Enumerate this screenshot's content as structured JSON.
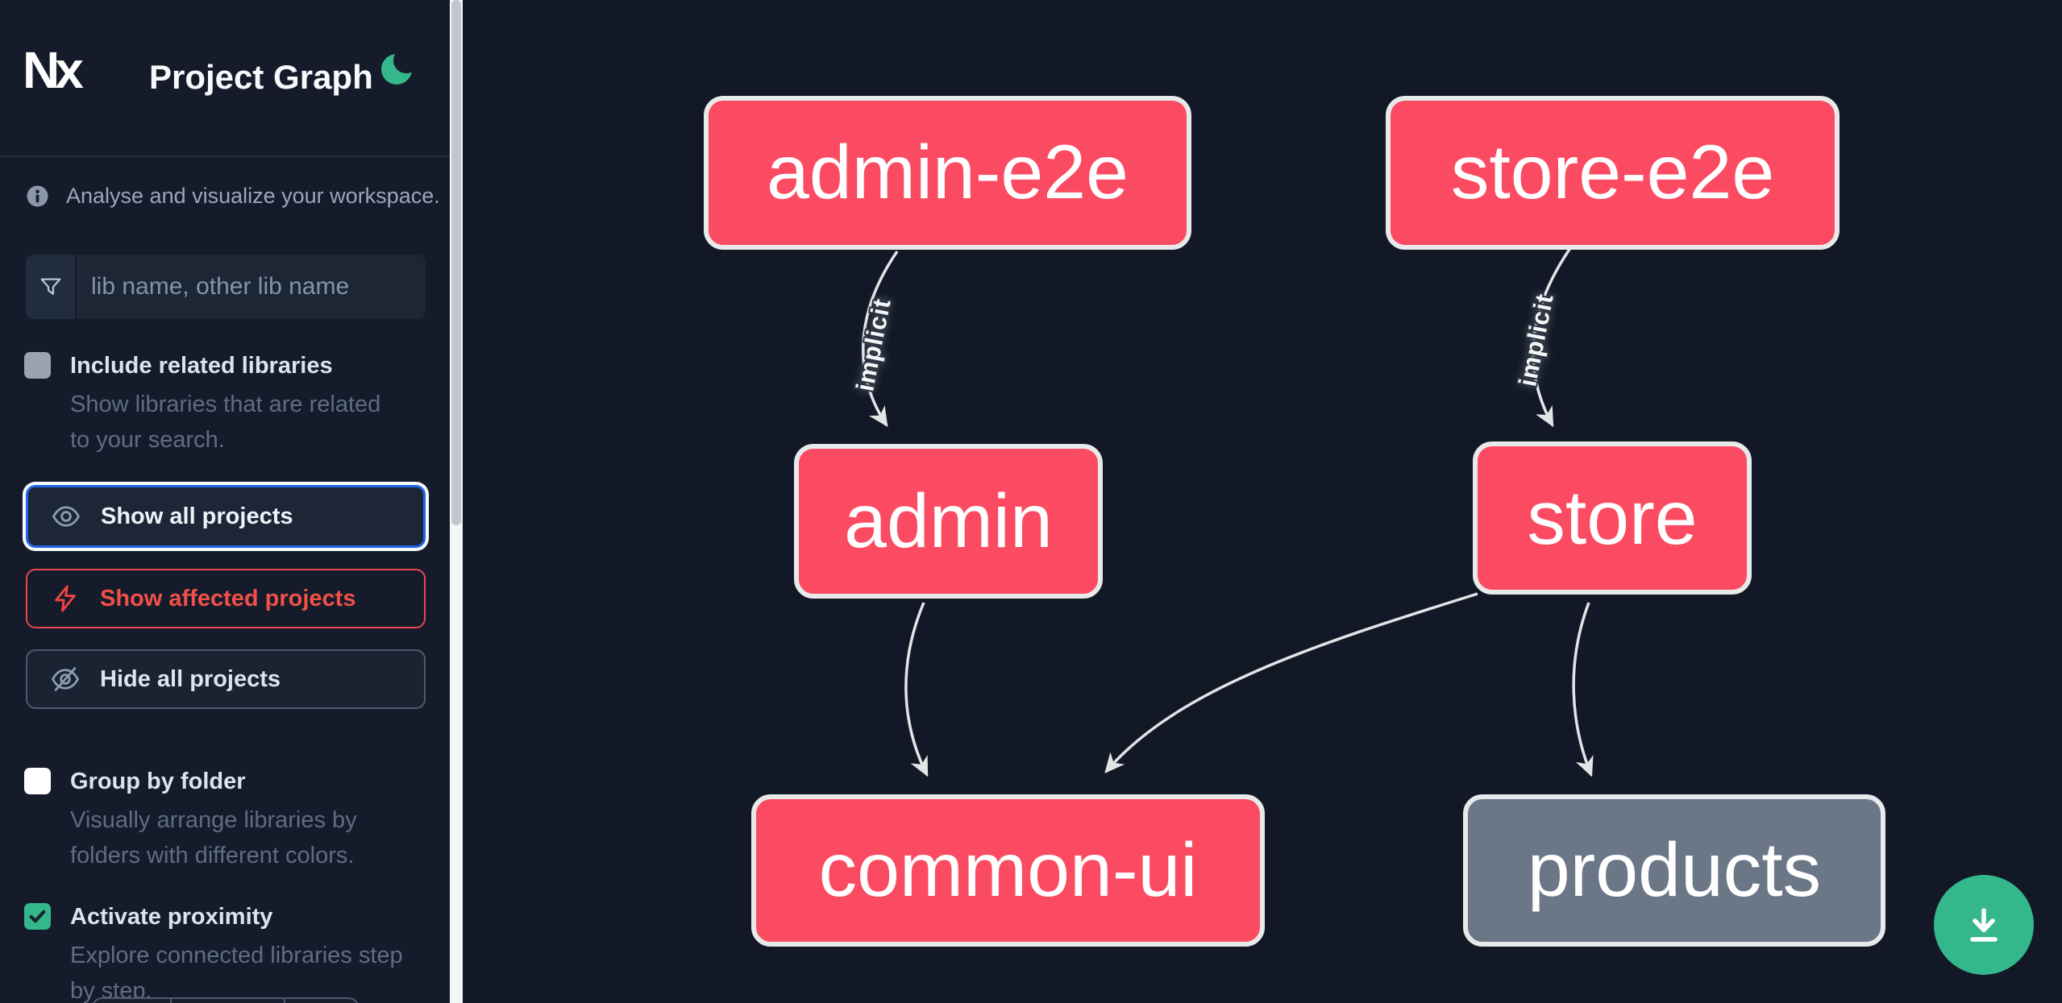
{
  "colors": {
    "canvas_bg": "#121826",
    "sidebar_bg": "#151b2a",
    "node_affected": "#fb4b63",
    "node_default": "#6b7687",
    "node_border": "#e8e9ea",
    "edge": "#e3e4e6",
    "accent_green": "#34b78a",
    "focus_blue": "#2563eb",
    "danger_red": "#e5484d"
  },
  "header": {
    "logo": "Nx",
    "title": "Project Graph"
  },
  "sidebar": {
    "info_text": "Analyse and visualize your workspace.",
    "search": {
      "placeholder": "lib name, other lib name",
      "value": ""
    },
    "options": [
      {
        "label": "Include related libraries",
        "description": "Show libraries that are related to your search.",
        "checked": false
      },
      {
        "label": "Group by folder",
        "description": "Visually arrange libraries by folders with different colors.",
        "checked": false
      },
      {
        "label": "Activate proximity",
        "description": "Explore connected libraries step by step.",
        "checked": true
      }
    ],
    "actions": [
      {
        "label": "Show all projects",
        "icon": "eye-icon",
        "state": "focused"
      },
      {
        "label": "Show affected projects",
        "icon": "bolt-icon",
        "state": "affected"
      },
      {
        "label": "Hide all projects",
        "icon": "eye-slash-icon",
        "state": "default"
      }
    ]
  },
  "graph": {
    "nodes": [
      {
        "label": "admin-e2e",
        "type": "affected"
      },
      {
        "label": "store-e2e",
        "type": "affected"
      },
      {
        "label": "admin",
        "type": "affected"
      },
      {
        "label": "store",
        "type": "affected"
      },
      {
        "label": "common-ui",
        "type": "affected"
      },
      {
        "label": "products",
        "type": "default"
      }
    ],
    "edges": [
      {
        "from": "admin-e2e",
        "to": "admin",
        "label": "implicit"
      },
      {
        "from": "store-e2e",
        "to": "store",
        "label": "implicit"
      },
      {
        "from": "admin",
        "to": "common-ui",
        "label": ""
      },
      {
        "from": "store",
        "to": "common-ui",
        "label": ""
      },
      {
        "from": "store",
        "to": "products",
        "label": ""
      }
    ]
  },
  "fab": {
    "icon": "download-icon"
  }
}
